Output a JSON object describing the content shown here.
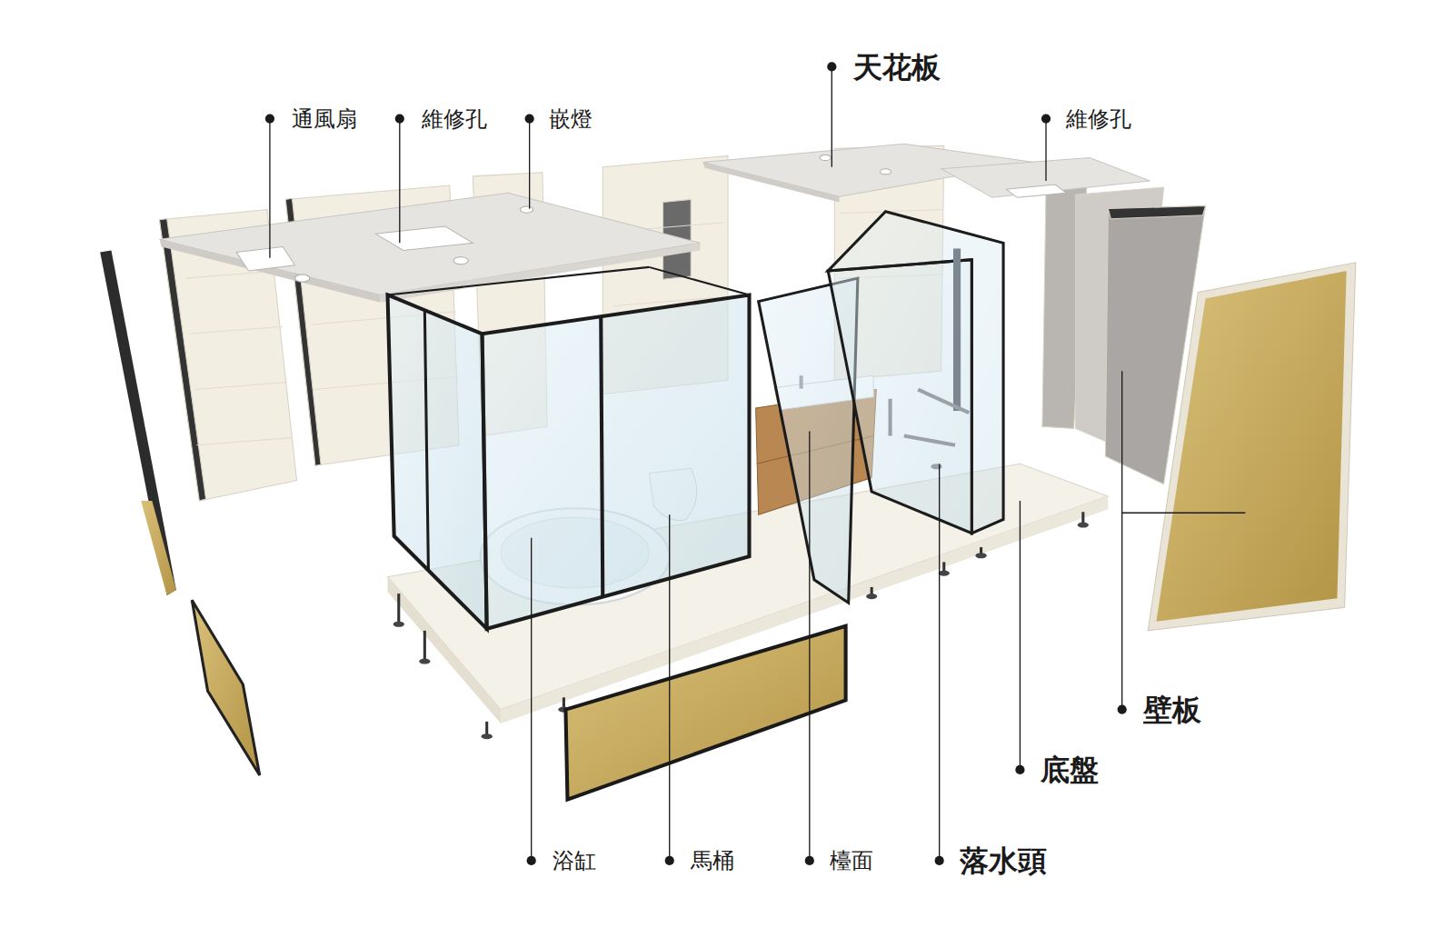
{
  "diagram": {
    "labels": [
      "天花板",
      "通風扇",
      "維修孔",
      "嵌燈",
      "維修孔",
      "壁板",
      "底盤",
      "浴缸",
      "馬桶",
      "檯面",
      "落水頭"
    ]
  }
}
